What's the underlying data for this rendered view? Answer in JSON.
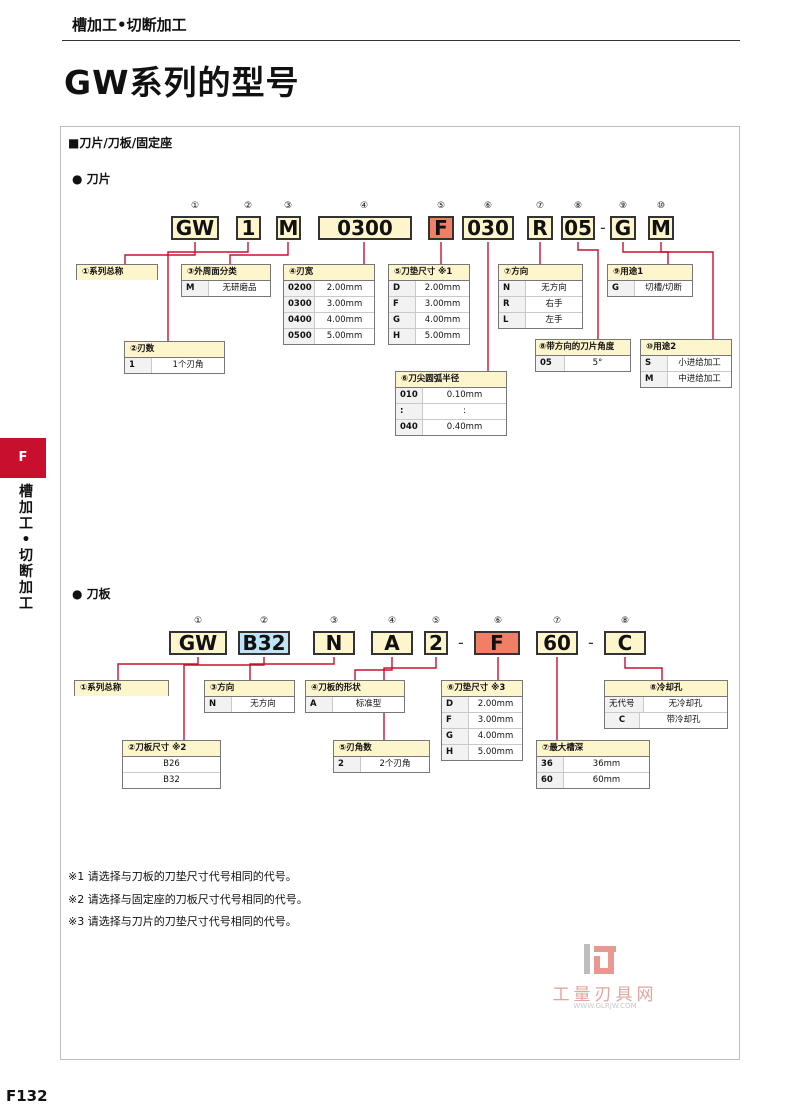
{
  "header": {
    "title": "槽加工•切断加工",
    "page_title": "GW系列的型号"
  },
  "section": {
    "title": "■刀片/刀板/固定座"
  },
  "blade": {
    "title": "● 刀片",
    "codes": [
      {
        "num": "①",
        "text": "GW",
        "style": "plain"
      },
      {
        "num": "②",
        "text": "1",
        "style": "plain"
      },
      {
        "num": "③",
        "text": "M",
        "style": "plain"
      },
      {
        "num": "④",
        "text": "0300",
        "style": "plain"
      },
      {
        "num": "⑤",
        "text": "F",
        "style": "red"
      },
      {
        "num": "⑥",
        "text": "030",
        "style": "plain"
      },
      {
        "num": "⑦",
        "text": "R",
        "style": "plain"
      },
      {
        "num": "⑧",
        "text": "05",
        "style": "plain"
      },
      {
        "num": "⑨",
        "text": "G",
        "style": "plain"
      },
      {
        "num": "⑩",
        "text": "M",
        "style": "plain"
      }
    ],
    "dash": "-",
    "t_series": {
      "title": "①系列总称"
    },
    "t_outer": {
      "title": "③外周面分类",
      "rows": [
        {
          "k": "M",
          "v": "无研磨品"
        }
      ]
    },
    "t_width": {
      "title": "④刃宽",
      "rows": [
        {
          "k": "0200",
          "v": "2.00mm"
        },
        {
          "k": "0300",
          "v": "3.00mm"
        },
        {
          "k": "0400",
          "v": "4.00mm"
        },
        {
          "k": "0500",
          "v": "5.00mm"
        }
      ]
    },
    "t_seat": {
      "title": "⑤刀垫尺寸 ※1",
      "rows": [
        {
          "k": "D",
          "v": "2.00mm"
        },
        {
          "k": "F",
          "v": "3.00mm"
        },
        {
          "k": "G",
          "v": "4.00mm"
        },
        {
          "k": "H",
          "v": "5.00mm"
        }
      ]
    },
    "t_dir": {
      "title": "⑦方向",
      "rows": [
        {
          "k": "N",
          "v": "无方向"
        },
        {
          "k": "R",
          "v": "右手"
        },
        {
          "k": "L",
          "v": "左手"
        }
      ]
    },
    "t_use1": {
      "title": "⑨用途1",
      "rows": [
        {
          "k": "G",
          "v": "切槽/切断"
        }
      ]
    },
    "t_edges": {
      "title": "②刃数",
      "rows": [
        {
          "k": "1",
          "v": "1个刃角"
        }
      ]
    },
    "t_angle": {
      "title": "⑧带方向的刀片角度",
      "rows": [
        {
          "k": "05",
          "v": "5°"
        }
      ]
    },
    "t_use2": {
      "title": "⑩用途2",
      "rows": [
        {
          "k": "S",
          "v": "小进给加工"
        },
        {
          "k": "M",
          "v": "中进给加工"
        }
      ]
    },
    "t_radius": {
      "title": "⑥刀尖圆弧半径",
      "rows": [
        {
          "k": "010",
          "v": "0.10mm"
        },
        {
          "k": ":",
          "v": ":"
        },
        {
          "k": "040",
          "v": "0.40mm"
        }
      ]
    }
  },
  "holder": {
    "title": "● 刀板",
    "codes": [
      {
        "num": "①",
        "text": "GW",
        "style": "plain"
      },
      {
        "num": "②",
        "text": "B32",
        "style": "blue"
      },
      {
        "num": "③",
        "text": "N",
        "style": "plain"
      },
      {
        "num": "④",
        "text": "A",
        "style": "plain"
      },
      {
        "num": "⑤",
        "text": "2",
        "style": "plain"
      },
      {
        "num": "⑥",
        "text": "F",
        "style": "red"
      },
      {
        "num": "⑦",
        "text": "60",
        "style": "plain"
      },
      {
        "num": "⑧",
        "text": "C",
        "style": "plain"
      }
    ],
    "dash": "-",
    "t_series": {
      "title": "①系列总称"
    },
    "t_dir": {
      "title": "③方向",
      "rows": [
        {
          "k": "N",
          "v": "无方向"
        }
      ]
    },
    "t_shape": {
      "title": "④刀板的形状",
      "rows": [
        {
          "k": "A",
          "v": "标准型"
        }
      ]
    },
    "t_seat": {
      "title": "⑥刀垫尺寸 ※3",
      "rows": [
        {
          "k": "D",
          "v": "2.00mm"
        },
        {
          "k": "F",
          "v": "3.00mm"
        },
        {
          "k": "G",
          "v": "4.00mm"
        },
        {
          "k": "H",
          "v": "5.00mm"
        }
      ]
    },
    "t_cool": {
      "title": "⑧冷却孔",
      "rows": [
        {
          "k": "无代号",
          "v": "无冷却孔"
        },
        {
          "k": "C",
          "v": "带冷却孔"
        }
      ]
    },
    "t_size": {
      "title": "②刀板尺寸 ※2",
      "rows": [
        {
          "v": "B26"
        },
        {
          "v": "B32"
        }
      ]
    },
    "t_edges": {
      "title": "⑤刃角数",
      "rows": [
        {
          "k": "2",
          "v": "2个刃角"
        }
      ]
    },
    "t_depth": {
      "title": "⑦最大槽深",
      "rows": [
        {
          "k": "36",
          "v": "36mm"
        },
        {
          "k": "60",
          "v": "60mm"
        }
      ]
    }
  },
  "notes": [
    "※1 请选择与刀板的刀垫尺寸代号相同的代号。",
    "※2 请选择与固定座的刀板尺寸代号相同的代号。",
    "※3 请选择与刀片的刀垫尺寸代号相同的代号。"
  ],
  "side": {
    "tab": "F",
    "label": "槽加工•切断加工"
  },
  "logo": {
    "text": "工量刃具网",
    "url": "WWW.GLRJW.COM"
  },
  "footer": {
    "page": "F132"
  },
  "colors": {
    "accent": "#c8102e",
    "code_bg": "#fdf5cc",
    "highlight_red": "#f07f66",
    "highlight_blue": "#bfe3f7",
    "leader": "#c8102e"
  }
}
